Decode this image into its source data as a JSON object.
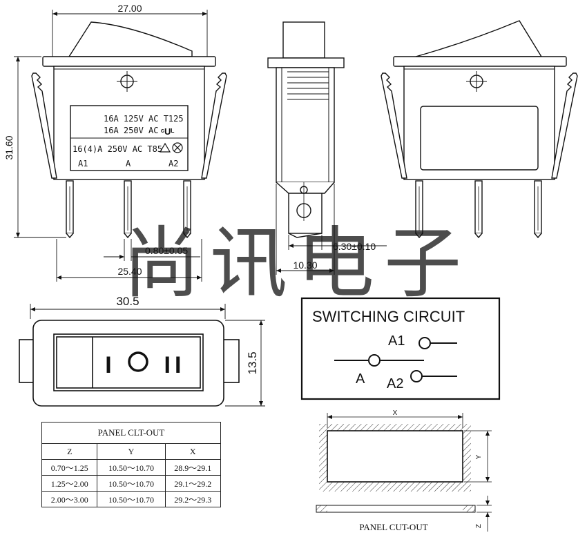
{
  "dimensions": {
    "top_width": "27.00",
    "height": "31.60",
    "pin_width": "0.80±0.05",
    "pin_pitch": "25.40",
    "side_tab": "6.30±0.10",
    "side_depth": "10.30",
    "front_width": "30.5",
    "front_height": "13.5"
  },
  "label_plate": {
    "line1": "16A  125V  AC  T125",
    "line2": "16A  250V  AC",
    "line3": "16(4)A  250V  AC  T85",
    "terminal_a1": "A1",
    "terminal_a": "A",
    "terminal_a2": "A2"
  },
  "rocker_symbols": {
    "off": "I",
    "center": "O",
    "on": "II"
  },
  "watermark": "尚讯电子",
  "circuit": {
    "title": "SWITCHING CIRCUIT",
    "a1": "A1",
    "a": "A",
    "a2": "A2"
  },
  "cutout_table": {
    "title": "PANEL CLT-OUT",
    "headers": [
      "Z",
      "Y",
      "X"
    ],
    "rows": [
      [
        "0.70～1.25",
        "10.50～10.70",
        "28.9～29.1"
      ],
      [
        "1.25～2.00",
        "10.50～10.70",
        "29.1～29.2"
      ],
      [
        "2.00～3.00",
        "10.50～10.70",
        "29.2～29.3"
      ]
    ]
  },
  "cutout_drawing": {
    "label_x": "X",
    "label_y": "Y",
    "label_z": "Z",
    "caption": "PANEL CUT-OUT"
  }
}
